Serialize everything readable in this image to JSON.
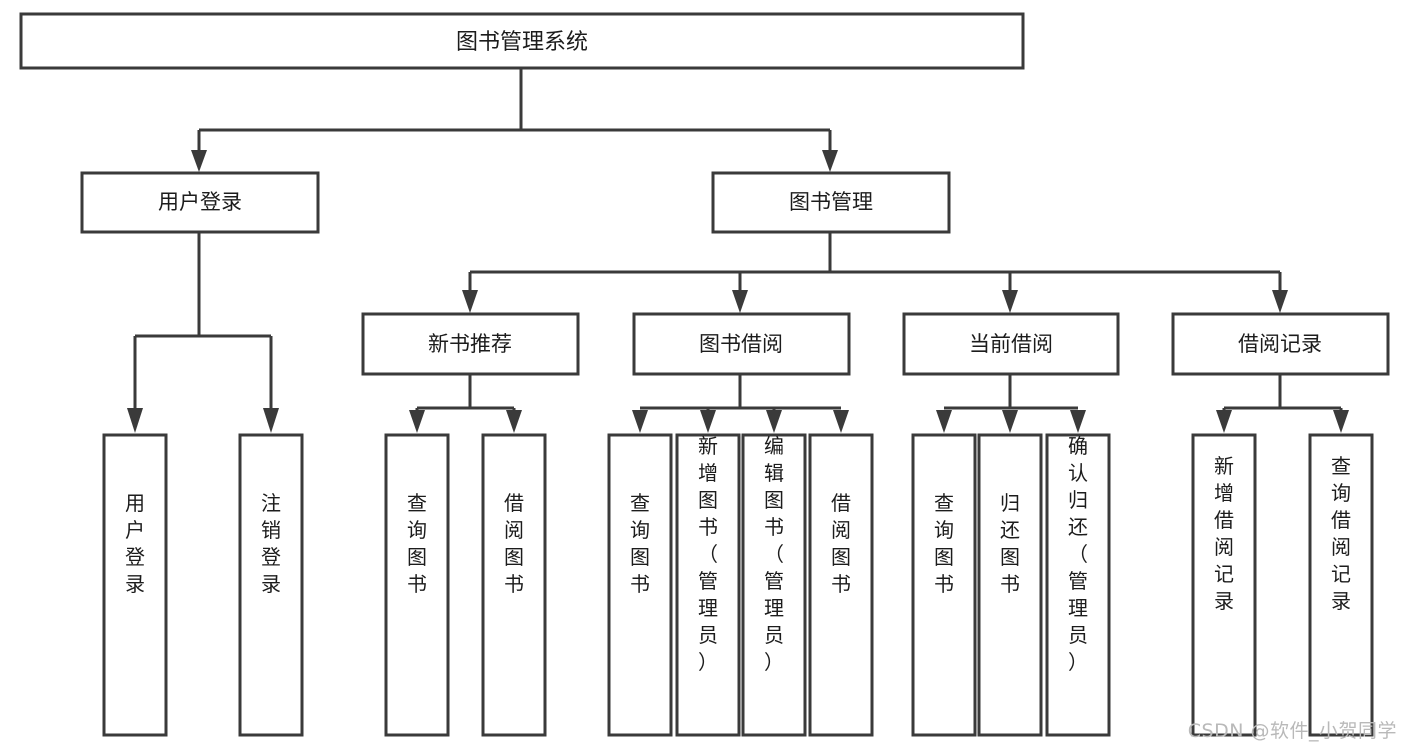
{
  "diagram": {
    "title_box": {
      "label": "图书管理系统"
    },
    "level2": [
      {
        "id": "user-login",
        "label": "用户登录"
      },
      {
        "id": "book-management",
        "label": "图书管理"
      }
    ],
    "level3": [
      {
        "id": "new-book-recommend",
        "label": "新书推荐"
      },
      {
        "id": "book-borrow",
        "label": "图书借阅"
      },
      {
        "id": "current-borrow",
        "label": "当前借阅"
      },
      {
        "id": "borrow-record",
        "label": "借阅记录"
      }
    ],
    "leaves": {
      "user-login": [
        {
          "id": "leaf-user-login",
          "label": "用户登录"
        },
        {
          "id": "leaf-logout-login",
          "label": "注销登录"
        }
      ],
      "new-book-recommend": [
        {
          "id": "leaf-query-book-1",
          "label": "查询图书"
        },
        {
          "id": "leaf-borrow-book-1",
          "label": "借阅图书"
        }
      ],
      "book-borrow": [
        {
          "id": "leaf-query-book-2",
          "label": "查询图书"
        },
        {
          "id": "leaf-add-book",
          "label": "新增图书（管理员）"
        },
        {
          "id": "leaf-edit-book",
          "label": "编辑图书（管理员）"
        },
        {
          "id": "leaf-borrow-book-2",
          "label": "借阅图书"
        }
      ],
      "current-borrow": [
        {
          "id": "leaf-query-book-3",
          "label": "查询图书"
        },
        {
          "id": "leaf-return-book",
          "label": "归还图书"
        },
        {
          "id": "leaf-confirm-return",
          "label": "确认归还（管理员）"
        }
      ],
      "borrow-record": [
        {
          "id": "leaf-add-record",
          "label": "新增借阅记录"
        },
        {
          "id": "leaf-query-record",
          "label": "查询借阅记录"
        }
      ]
    }
  },
  "watermark": {
    "text": "CSDN @软件_小贺同学"
  },
  "colors": {
    "stroke": "#3a3a3a",
    "fill": "#ffffff",
    "text": "#1c1c1c",
    "watermark": "#b9b9b9",
    "background": "#ffffff"
  }
}
